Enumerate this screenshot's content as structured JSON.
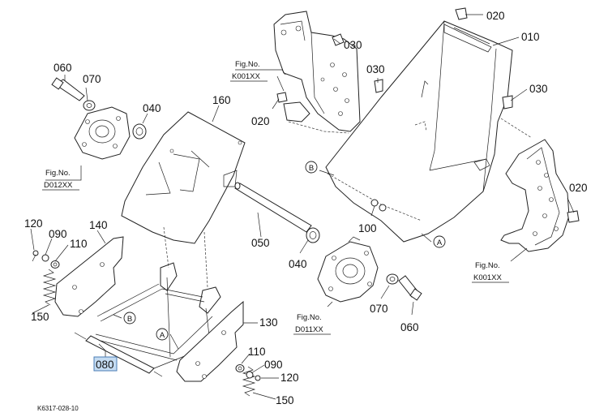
{
  "figure_id": "K6317-028-10",
  "selected_part": "080",
  "parts": {
    "p010": "010",
    "p020a": "020",
    "p020b": "020",
    "p020c": "020",
    "p030a": "030",
    "p030b": "030",
    "p030c": "030",
    "p040a": "040",
    "p040b": "040",
    "p050": "050",
    "p060a": "060",
    "p060b": "060",
    "p070a": "070",
    "p070b": "070",
    "p080": "080",
    "p090a": "090",
    "p090b": "090",
    "p100": "100",
    "p110a": "110",
    "p110b": "110",
    "p120a": "120",
    "p120b": "120",
    "p130": "130",
    "p140": "140",
    "p150a": "150",
    "p150b": "150",
    "p160": "160"
  },
  "refs": {
    "ref1_no": "Fig.No.",
    "ref1_code": "K001XX",
    "ref2_no": "Fig.No.",
    "ref2_code": "D012XX",
    "ref3_no": "Fig.No.",
    "ref3_code": "D011XX",
    "ref4_no": "Fig.No.",
    "ref4_code": "K001XX"
  },
  "markers": {
    "a": "A",
    "b": "B"
  }
}
